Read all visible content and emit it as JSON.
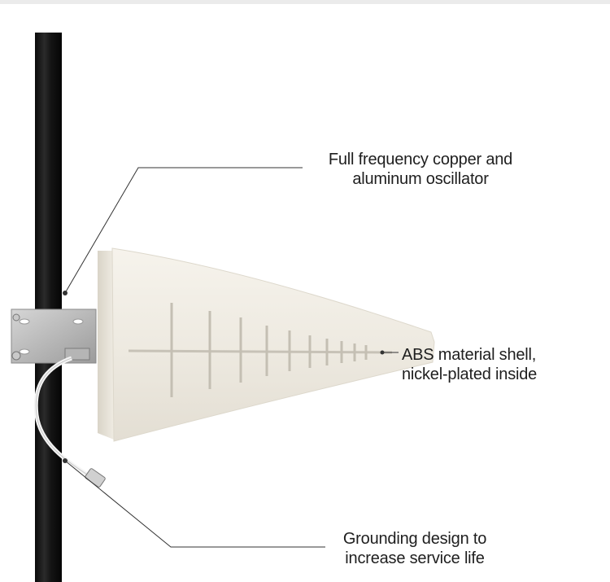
{
  "callouts": {
    "oscillator": {
      "line1": "Full frequency copper and",
      "line2": "aluminum oscillator"
    },
    "shell": {
      "line1": "ABS material shell,",
      "line2": "nickel-plated inside"
    },
    "grounding": {
      "line1": "Grounding design to",
      "line2": "increase service life"
    }
  },
  "colors": {
    "pole": "#161616",
    "housing": "#efebe2",
    "bracket": "#b8b8b8",
    "leader_line": "#333333",
    "text": "#1e1e1e"
  }
}
